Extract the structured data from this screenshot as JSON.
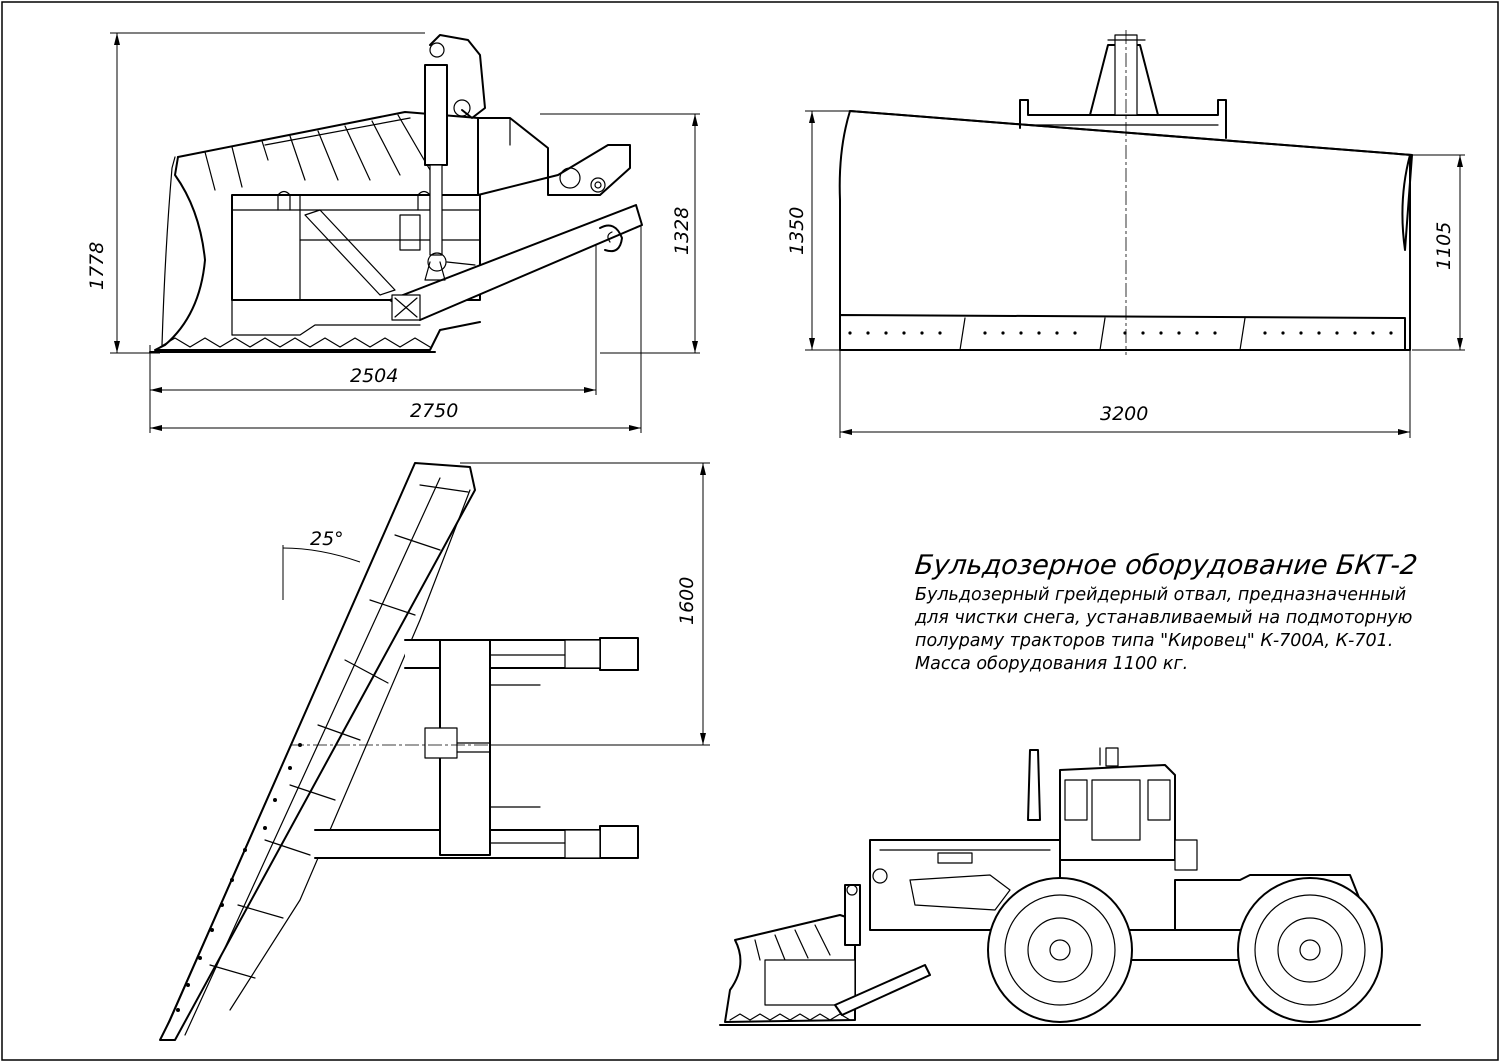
{
  "title": "Бульдозерное оборудование БКТ-2",
  "description": [
    "Бульдозерный грейдерный отвал, предназначенный",
    "для чистки снега, устанавливаемый на подмоторную",
    "полураму тракторов типа \"Кировец\" К-700А, К-701.",
    "Масса оборудования 1100 кг."
  ],
  "dimensions": {
    "side_height": "1778",
    "side_frame_height": "1328",
    "side_length_inner": "2504",
    "side_length_overall": "2750",
    "front_blade_height": "1350",
    "front_blade_height_right": "1105",
    "front_width": "3200",
    "top_depth": "1600",
    "top_angle": "25°"
  }
}
